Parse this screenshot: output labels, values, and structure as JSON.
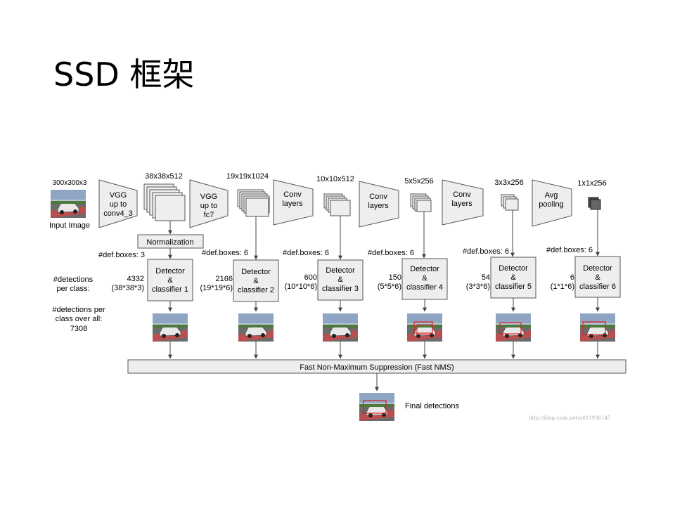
{
  "slide": {
    "title": "SSD 框架"
  },
  "input": {
    "size": "300x300x3",
    "label": "Input Image"
  },
  "network": {
    "vgg_conv4": {
      "l1": "VGG",
      "l2": "up to",
      "l3": "conv4_3"
    },
    "vgg_fc7": {
      "l1": "VGG",
      "l2": "up to",
      "l3": "fc7"
    },
    "conv1": {
      "l1": "Conv",
      "l2": "layers"
    },
    "conv2": {
      "l1": "Conv",
      "l2": "layers"
    },
    "conv3": {
      "l1": "Conv",
      "l2": "layers"
    },
    "avgpool": {
      "l1": "Avg",
      "l2": "pooling"
    }
  },
  "feature_maps": [
    "38x38x512",
    "19x19x1024",
    "10x10x512",
    "5x5x256",
    "3x3x256",
    "1x1x256"
  ],
  "normalization": "Normalization",
  "defboxes": [
    "#def.boxes: 3",
    "#def.boxes: 6",
    "#def.boxes: 6",
    "#def.boxes: 6",
    "#def.boxes: 6",
    "#def.boxes: 6"
  ],
  "detectors": [
    {
      "l1": "Detector",
      "l2": "&",
      "l3": "classifier 1",
      "count": "4332",
      "formula": "(38*38*3)"
    },
    {
      "l1": "Detector",
      "l2": "&",
      "l3": "classifier 2",
      "count": "2166",
      "formula": "(19*19*6)"
    },
    {
      "l1": "Detector",
      "l2": "&",
      "l3": "classifier 3",
      "count": "600",
      "formula": "(10*10*6)"
    },
    {
      "l1": "Detector",
      "l2": "&",
      "l3": "classifier 4",
      "count": "150",
      "formula": "(5*5*6)"
    },
    {
      "l1": "Detector",
      "l2": "&",
      "l3": "classifier 5",
      "count": "54",
      "formula": "(3*3*6)"
    },
    {
      "l1": "Detector",
      "l2": "&",
      "l3": "classifier 6",
      "count": "6",
      "formula": "(1*1*6)"
    }
  ],
  "left_labels": {
    "per_class_l1": "#detections",
    "per_class_l2": "per class:",
    "overall_l1": "#detections per",
    "overall_l2": "class over all:",
    "overall_l3": "7308"
  },
  "nms": "Fast Non-Maximum Suppression (Fast NMS)",
  "final": "Final detections",
  "watermark": "http://blog.csdn.net/u011936147",
  "colors": {
    "box_fill": "#eeeeee",
    "stroke": "#555555",
    "detection_box": "#e02020"
  }
}
